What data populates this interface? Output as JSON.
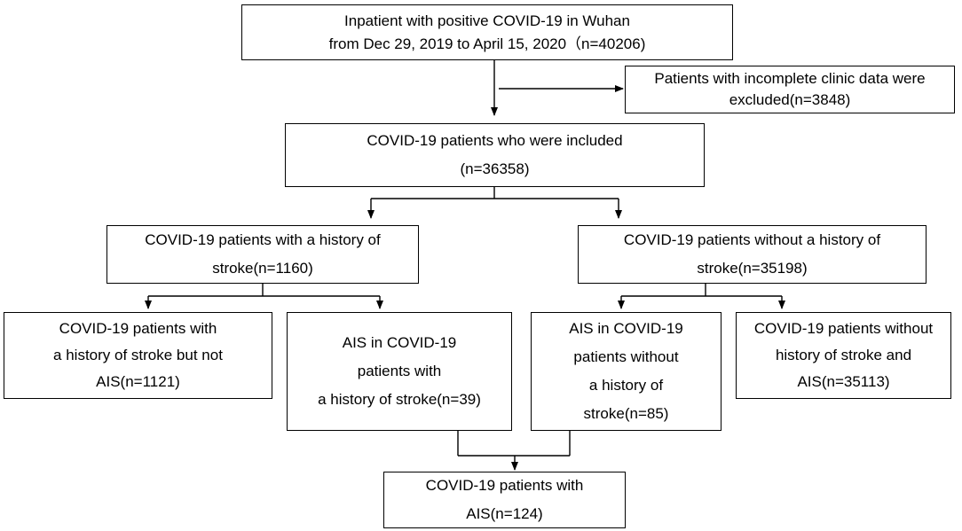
{
  "nodes": {
    "inpatients": {
      "lines": [
        "Inpatient with positive COVID-19 in Wuhan",
        "from Dec 29, 2019 to April 15, 2020（n=40206)"
      ]
    },
    "excluded": {
      "lines": [
        "Patients with incomplete clinic data were",
        "excluded(n=3848)"
      ]
    },
    "included": {
      "lines": [
        "COVID-19 patients who were included",
        "(n=36358)"
      ]
    },
    "with_history": {
      "lines": [
        "COVID-19 patients with a history of",
        "stroke(n=1160)"
      ]
    },
    "without_history": {
      "lines": [
        "COVID-19 patients without a history of",
        "stroke(n=35198)"
      ]
    },
    "history_no_ais": {
      "lines": [
        "COVID-19 patients with",
        "a history of stroke but not",
        "AIS(n=1121)"
      ]
    },
    "ais_with_history": {
      "lines": [
        "AIS in COVID-19",
        "patients with",
        "a history of stroke(n=39)"
      ]
    },
    "ais_without_history": {
      "lines": [
        "AIS in COVID-19",
        "patients without",
        "a history of",
        "stroke(n=85)"
      ]
    },
    "no_history_no_ais": {
      "lines": [
        "COVID-19 patients without",
        "history of stroke and",
        "AIS(n=35113)"
      ]
    },
    "ais_total": {
      "lines": [
        "COVID-19 patients with",
        "AIS(n=124)"
      ]
    }
  }
}
